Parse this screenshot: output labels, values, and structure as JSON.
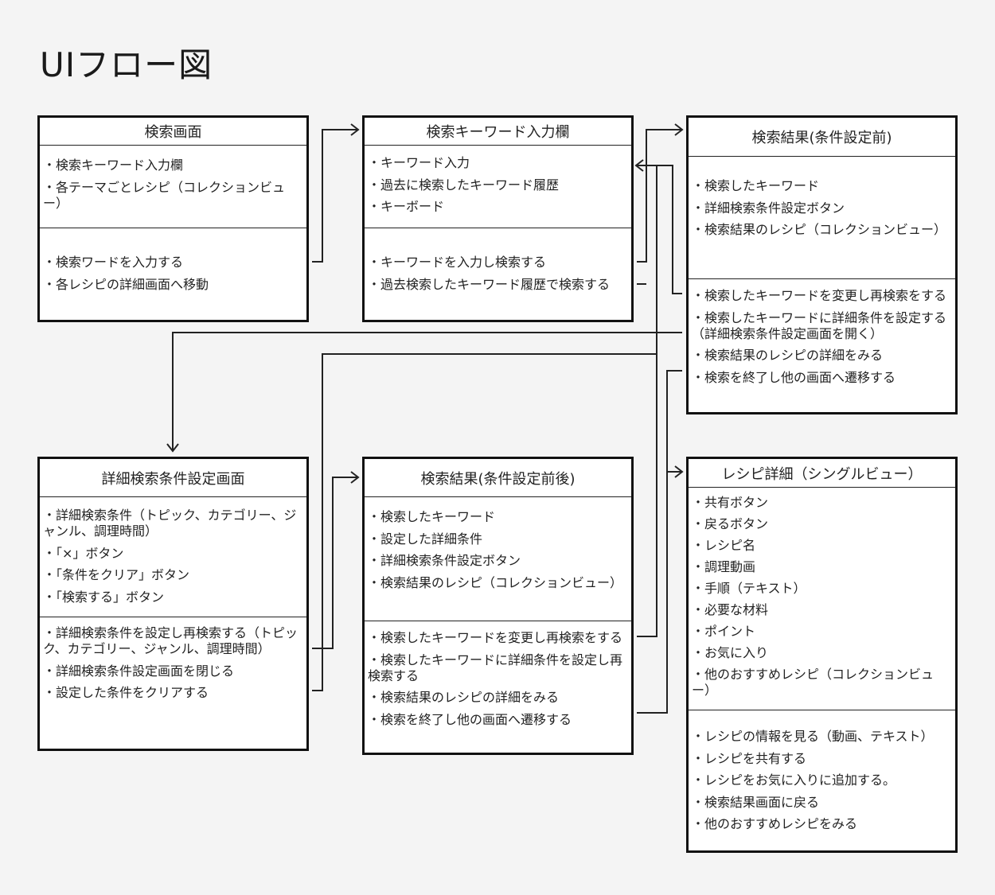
{
  "title": "UIフロー図",
  "boxes": {
    "search_screen": {
      "title": "検索画面",
      "components": [
        "検索キーワード入力欄",
        "各テーマごとレシピ（コレクションビュー）"
      ],
      "actions": [
        "検索ワードを入力する",
        "各レシピの詳細画面へ移動"
      ]
    },
    "keyword_input": {
      "title": "検索キーワード入力欄",
      "components": [
        "キーワード入力",
        "過去に検索したキーワード履歴",
        "キーボード"
      ],
      "actions": [
        "キーワードを入力し検索する",
        "過去検索したキーワード履歴で検索する"
      ]
    },
    "results_before": {
      "title": "検索結果(条件設定前)",
      "components": [
        "検索したキーワード",
        "詳細検索条件設定ボタン",
        "検索結果のレシピ（コレクションビュー）"
      ],
      "actions": [
        "検索したキーワードを変更し再検索をする",
        "検索したキーワードに詳細条件を設定する（詳細検索条件設定画面を開く）",
        "検索結果のレシピの詳細をみる",
        "検索を終了し他の画面へ遷移する"
      ]
    },
    "detail_filter": {
      "title": "詳細検索条件設定画面",
      "components": [
        "詳細検索条件（トピック、カテゴリー、ジャンル、調理時間）",
        "「×」ボタン",
        "「条件をクリア」ボタン",
        "「検索する」ボタン"
      ],
      "actions": [
        "詳細検索条件を設定し再検索する（トピック、カテゴリー、ジャンル、調理時間）",
        "詳細検索条件設定画面を閉じる",
        "設定した条件をクリアする"
      ]
    },
    "results_after": {
      "title": "検索結果(条件設定前後)",
      "components": [
        "検索したキーワード",
        "設定した詳細条件",
        "詳細検索条件設定ボタン",
        "検索結果のレシピ（コレクションビュー）"
      ],
      "actions": [
        "検索したキーワードを変更し再検索をする",
        "検索したキーワードに詳細条件を設定し再検索する",
        "検索結果のレシピの詳細をみる",
        "検索を終了し他の画面へ遷移する"
      ]
    },
    "recipe_detail": {
      "title": "レシピ詳細（シングルビュー）",
      "components": [
        "共有ボタン",
        "戻るボタン",
        "レシピ名",
        "調理動画",
        "手順（テキスト）",
        "必要な材料",
        "ポイント",
        "お気に入り",
        "他のおすすめレシピ（コレクションビュー）"
      ],
      "actions": [
        "レシピの情報を見る（動画、テキスト）",
        "レシピを共有する",
        "レシピをお気に入りに追加する。",
        "検索結果画面に戻る",
        "他のおすすめレシピをみる"
      ]
    }
  }
}
